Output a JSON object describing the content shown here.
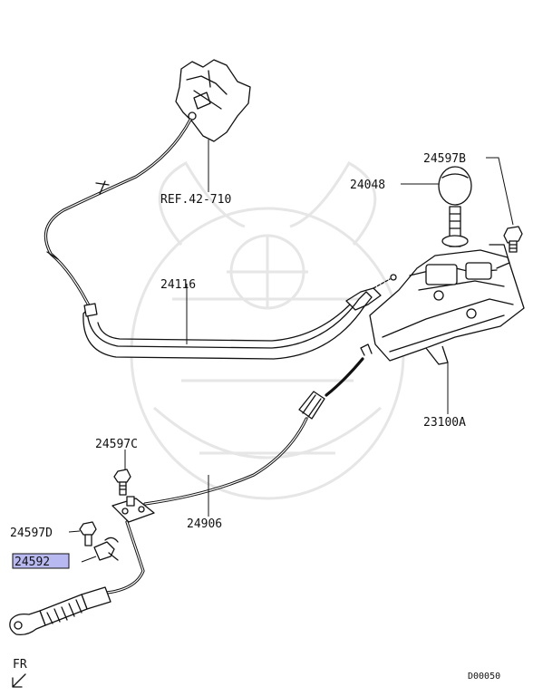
{
  "labels": {
    "ref": "REF.42-710",
    "p24597b": "24597B",
    "p24048": "24048",
    "p24116": "24116",
    "p23100a": "23100A",
    "p24597c": "24597C",
    "p24906": "24906",
    "p24597d": "24597D",
    "p24592": "24592",
    "fr": "FR",
    "code": "D00050"
  },
  "colors": {
    "highlight": "#b9b9f2",
    "ink": "#111111",
    "watermark": "#e6e6e6"
  },
  "icons": {
    "front_arrow": "front-arrow-icon"
  }
}
